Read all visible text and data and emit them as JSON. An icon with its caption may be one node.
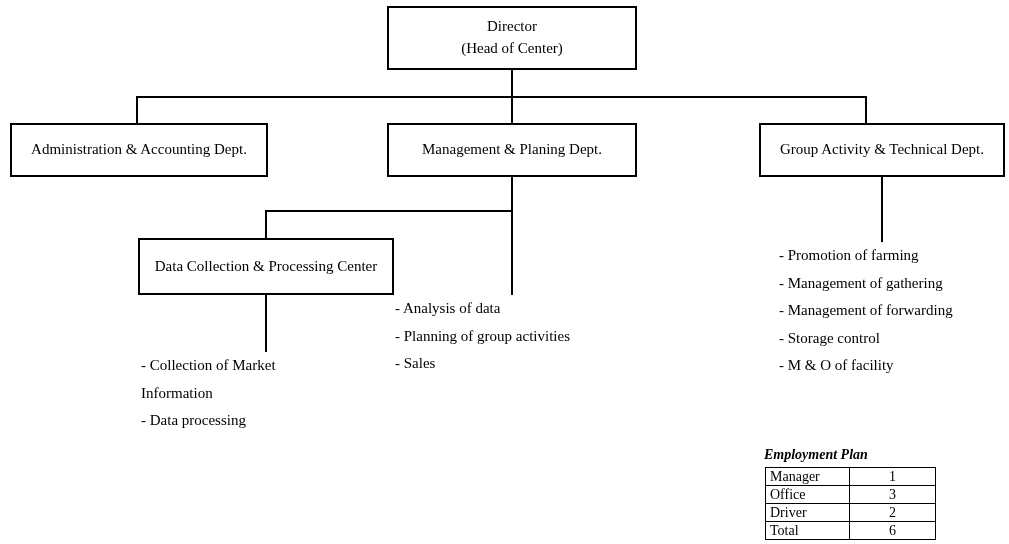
{
  "diagram": {
    "nodes": [
      {
        "text": [
          "Director",
          "(Head of Center)"
        ]
      },
      {
        "text": [
          "Administration & Accounting Dept."
        ]
      },
      {
        "text": [
          "Management & Planing Dept."
        ]
      },
      {
        "text": [
          "Group Activity & Technical Dept."
        ]
      },
      {
        "text": [
          "Data Collection & Processing Center"
        ]
      },
      {
        "text": [
          "- Analysis of data",
          "- Planning of group activities",
          "- Sales"
        ]
      },
      {
        "text": [
          "- Collection of Market Information",
          "- Data processing"
        ]
      },
      {
        "text": [
          "- Promotion of farming",
          "- Management of gathering",
          "- Management of forwarding",
          "- Storage control",
          "- M & O of facility"
        ]
      }
    ],
    "edges": [
      {
        "from": 0,
        "to": 1,
        "arrow": "none"
      },
      {
        "from": 0,
        "to": 2,
        "arrow": "none"
      },
      {
        "from": 0,
        "to": 3,
        "arrow": "none"
      },
      {
        "from": 2,
        "to": 4,
        "arrow": "none"
      },
      {
        "from": 2,
        "to": 5,
        "arrow": "none"
      },
      {
        "from": 4,
        "to": 6,
        "arrow": "none"
      },
      {
        "from": 3,
        "to": 7,
        "arrow": "none"
      }
    ],
    "labels": [
      "Employment Plan",
      "Manager",
      "1",
      "Office",
      "3",
      "Driver",
      "2",
      "Total",
      "6"
    ]
  }
}
